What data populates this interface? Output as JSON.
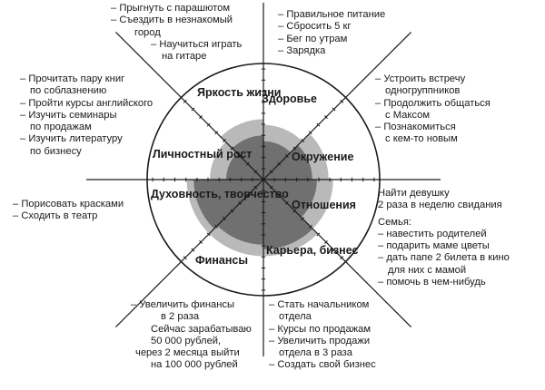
{
  "wheel": {
    "segments": [
      {
        "id": "brightness",
        "label": [
          "Яркость",
          "жизни"
        ],
        "level": 0.38
      },
      {
        "id": "health",
        "label": [
          "Здоровье"
        ],
        "level": 0.33
      },
      {
        "id": "environment",
        "label": [
          "Окружение"
        ],
        "level": 0.42
      },
      {
        "id": "relationships",
        "label": [
          "Отношения"
        ],
        "level": 0.46
      },
      {
        "id": "career",
        "label": [
          "Карьера,",
          "бизнес"
        ],
        "level": 0.6
      },
      {
        "id": "finance",
        "label": [
          "Финансы"
        ],
        "level": 0.56
      },
      {
        "id": "spirituality",
        "label": [
          "Духовность,",
          "творчество"
        ],
        "level": 0.6
      },
      {
        "id": "personal-growth",
        "label": [
          "Личностный",
          "рост"
        ],
        "level": 0.32
      }
    ],
    "colors": {
      "outer_band": "#b9b9b9",
      "inner_fill": "#707070",
      "lines": "#1a1a1a"
    }
  },
  "notes": {
    "top_left": [
      "– Прыгнуть с парашютом",
      "– Съездить в незнакомый",
      "город",
      "– Научиться играть",
      "на гитаре"
    ],
    "top_right": [
      "– Правильное питание",
      "– Сбросить 5 кг",
      "– Бег по утрам",
      "– Зарядка"
    ],
    "left_upper": [
      "– Прочитать пару книг",
      "по соблазнению",
      "– Пройти курсы английского",
      "– Изучить семинары",
      "по продажам",
      "– Изучить литературу",
      "по бизнесу"
    ],
    "right_upper": [
      "– Устроить встречу",
      "одногруппников",
      "– Продолжить общаться",
      "с Максом",
      "– Познакомиться",
      "с кем-то новым"
    ],
    "left_lower": [
      "– Порисовать красками",
      "– Сходить в театр"
    ],
    "right_middle": [
      "Найти девушку",
      "2 раза в неделю свидания",
      "Семья:",
      "– навестить родителей",
      "– подарить маме цветы",
      "– дать папе 2 билета в кино",
      "для них с мамой",
      "– помочь в чем-нибудь"
    ],
    "bottom_left": [
      "– Увеличить финансы",
      "в 2 раза",
      "Сейчас зарабатываю",
      "50 000 рублей,",
      "через 2 месяца выйти",
      "на 100 000 рублей"
    ],
    "bottom_right": [
      "– Стать начальником",
      "отдела",
      "– Курсы по продажам",
      "– Увеличить продажи",
      "отдела в 3 раза",
      "– Создать свой бизнес"
    ]
  }
}
